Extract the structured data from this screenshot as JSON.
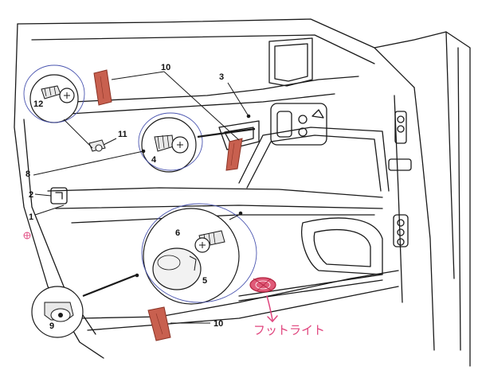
{
  "diagram": {
    "callouts": {
      "c1": "1",
      "c2": "2",
      "c3": "3",
      "c4": "4",
      "c5": "5",
      "c6": "6",
      "c8": "8",
      "c9": "9",
      "c10_top": "10",
      "c10_bottom": "10",
      "c11": "11",
      "c12": "12"
    },
    "annotation": {
      "text": "フットライト",
      "color": "#e0457e"
    },
    "colors": {
      "line": "#1a1a1a",
      "loupe_circle": "#4a55b0",
      "tool_fill": "#c8604f",
      "tool_dark": "#8a3326",
      "lamp_fill": "#e05a78"
    }
  }
}
